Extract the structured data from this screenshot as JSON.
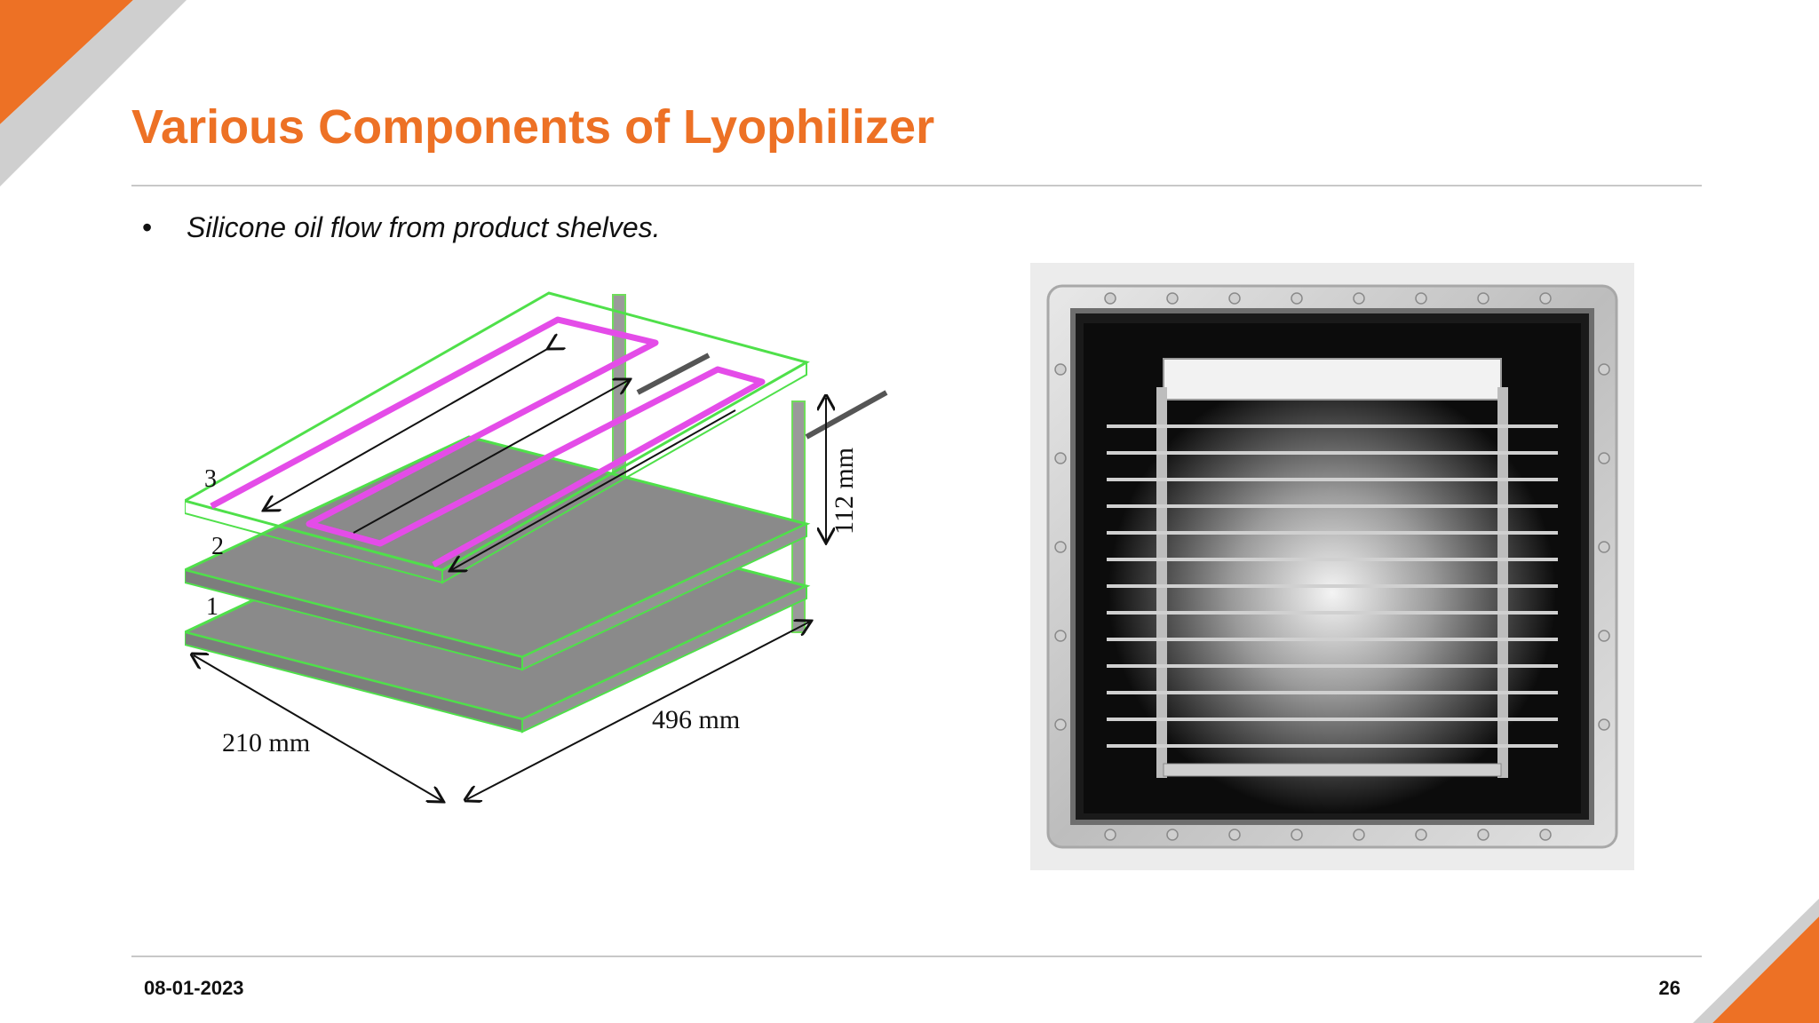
{
  "slide": {
    "title": "Various Components of Lyophilizer",
    "bullets": [
      "Silicone oil flow from product shelves."
    ],
    "footer": {
      "date": "08-01-2023",
      "page": "26"
    },
    "accent_color": "#ED7125",
    "secondary_color": "#B7B7B7"
  },
  "diagram": {
    "shelf_labels": [
      "3",
      "2",
      "1"
    ],
    "dimensions": {
      "width": "210 mm",
      "length": "496 mm",
      "height": "112 mm"
    }
  }
}
